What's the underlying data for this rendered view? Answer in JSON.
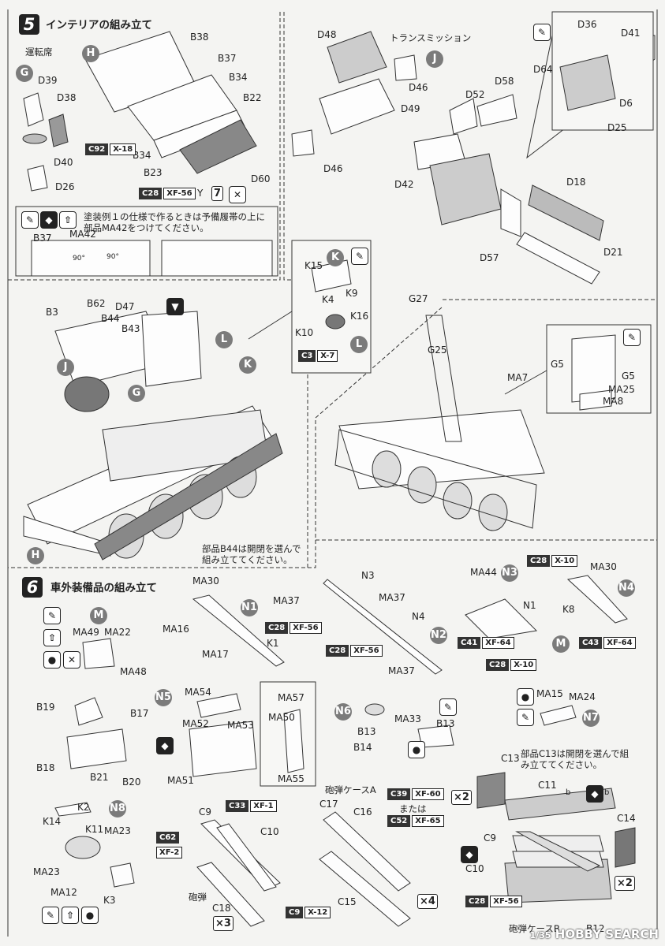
{
  "step5": {
    "number": "5",
    "title": "インテリアの組み立て",
    "driver_seat": "運転席",
    "note_paint": "塗装例１の仕様で作るときは予備履帯の上に部品MA42をつけてください。",
    "note_b44": "部品B44は開閉を選んで組み立ててください。",
    "transmission": "トランスミッション",
    "parts": [
      "B38",
      "B37",
      "B34",
      "B22",
      "B34",
      "B23",
      "D60",
      "Y",
      "D39",
      "D38",
      "D40",
      "D26",
      "B37",
      "MA42",
      "90°",
      "90°",
      "B3",
      "B62",
      "B44",
      "B43",
      "D47",
      "D48",
      "D46",
      "D49",
      "D46",
      "D42",
      "D52",
      "D58",
      "D36",
      "D41",
      "D64",
      "D6",
      "D25",
      "D18",
      "D57",
      "D21",
      "K15",
      "K4",
      "K9",
      "K10",
      "K16",
      "G27",
      "G25",
      "MA7",
      "G5",
      "G5",
      "MA25",
      "MA8"
    ],
    "circles": [
      "H",
      "G",
      "J",
      "K",
      "L",
      "L",
      "K",
      "J",
      "G",
      "H"
    ],
    "badges": {
      "c92": "C92",
      "x18": "X-18",
      "c28": "C28",
      "xf56": "XF-56",
      "c3": "C3",
      "x7": "X-7",
      "y_count": "7"
    }
  },
  "step6": {
    "number": "6",
    "title": "車外装備品の組み立て",
    "shell_case_a": "砲弾ケースA",
    "shell_case_b": "砲弾ケースB",
    "shell": "砲弾",
    "or": "または",
    "note_c13": "部品C13は開閉を選んで組み立ててください。",
    "parts": [
      "MA30",
      "N1",
      "MA16",
      "MA17",
      "K1",
      "MA37",
      "N3",
      "MA37",
      "N4",
      "N2",
      "MA37",
      "MA44",
      "N3",
      "N1",
      "MA30",
      "N4",
      "K8",
      "M",
      "MA49",
      "MA22",
      "MA48",
      "B19",
      "B17",
      "B18",
      "B21",
      "B20",
      "MA54",
      "MA52",
      "MA53",
      "MA51",
      "MA57",
      "MA50",
      "MA55",
      "B13",
      "MA33",
      "B13",
      "B14",
      "MA15",
      "MA24",
      "C13",
      "C11",
      "C14",
      "C9",
      "C10",
      "b",
      "b",
      "K2",
      "K14",
      "K11",
      "MA23",
      "MA23",
      "MA12",
      "K3",
      "C9",
      "C10",
      "C17",
      "C16",
      "C15",
      "C18",
      "B12"
    ],
    "circles": [
      "M",
      "N1",
      "N2",
      "N3",
      "N4",
      "M",
      "N5",
      "N6",
      "N7",
      "N8"
    ],
    "badges": {
      "c28": "C28",
      "xf56": "XF-56",
      "x10": "X-10",
      "c41": "C41",
      "xf64": "XF-64",
      "c43": "C43",
      "c33": "C33",
      "xf1": "XF-1",
      "c62": "C62",
      "xf2": "XF-2",
      "c9": "C9",
      "x12": "X-12",
      "c39": "C39",
      "xf60": "XF-60",
      "c52": "C52",
      "xf65": "XF-65"
    },
    "multipliers": {
      "x2a": "×2",
      "x2b": "×2",
      "x4": "×4",
      "x3": "×3"
    }
  },
  "watermark": {
    "brand": "HOBBY SEARCH",
    "code": "1/35"
  }
}
